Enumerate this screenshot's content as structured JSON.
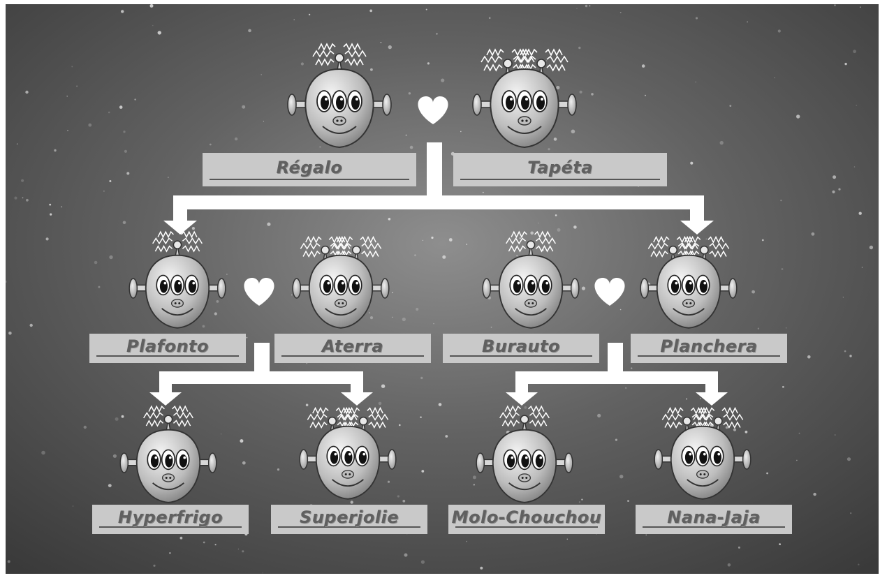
{
  "diagram": {
    "generations": [
      {
        "couples": [
          {
            "members": [
              {
                "name": "Régalo",
                "horns": 1
              },
              {
                "name": "Tapéta",
                "horns": 2
              }
            ]
          }
        ]
      },
      {
        "couples": [
          {
            "members": [
              {
                "name": "Plafonto",
                "horns": 1
              },
              {
                "name": "Aterra",
                "horns": 2
              }
            ]
          },
          {
            "members": [
              {
                "name": "Burauto",
                "horns": 1
              },
              {
                "name": "Planchera",
                "horns": 2
              }
            ]
          }
        ]
      },
      {
        "children": [
          {
            "name": "Hyperfrigo",
            "horns": 1
          },
          {
            "name": "Superjolie",
            "horns": 2
          },
          {
            "name": "Molo-Chouchou",
            "horns": 1
          },
          {
            "name": "Nana-Jaja",
            "horns": 2
          }
        ]
      }
    ],
    "relations": [
      {
        "from": "Régalo & Tapéta",
        "to": "Plafonto"
      },
      {
        "from": "Régalo & Tapéta",
        "to": "Planchera"
      },
      {
        "from": "Plafonto & Aterra",
        "to": "Hyperfrigo"
      },
      {
        "from": "Plafonto & Aterra",
        "to": "Superjolie"
      },
      {
        "from": "Burauto & Planchera",
        "to": "Molo-Chouchou"
      },
      {
        "from": "Burauto & Planchera",
        "to": "Nana-Jaja"
      }
    ],
    "couple_symbol": "heart-icon",
    "colors": {
      "background_dark": "#3f3f3f",
      "background_light": "#8a8a8a",
      "connector": "#ffffff",
      "label_box": "#c9c9c9",
      "label_text": "#606060"
    }
  }
}
